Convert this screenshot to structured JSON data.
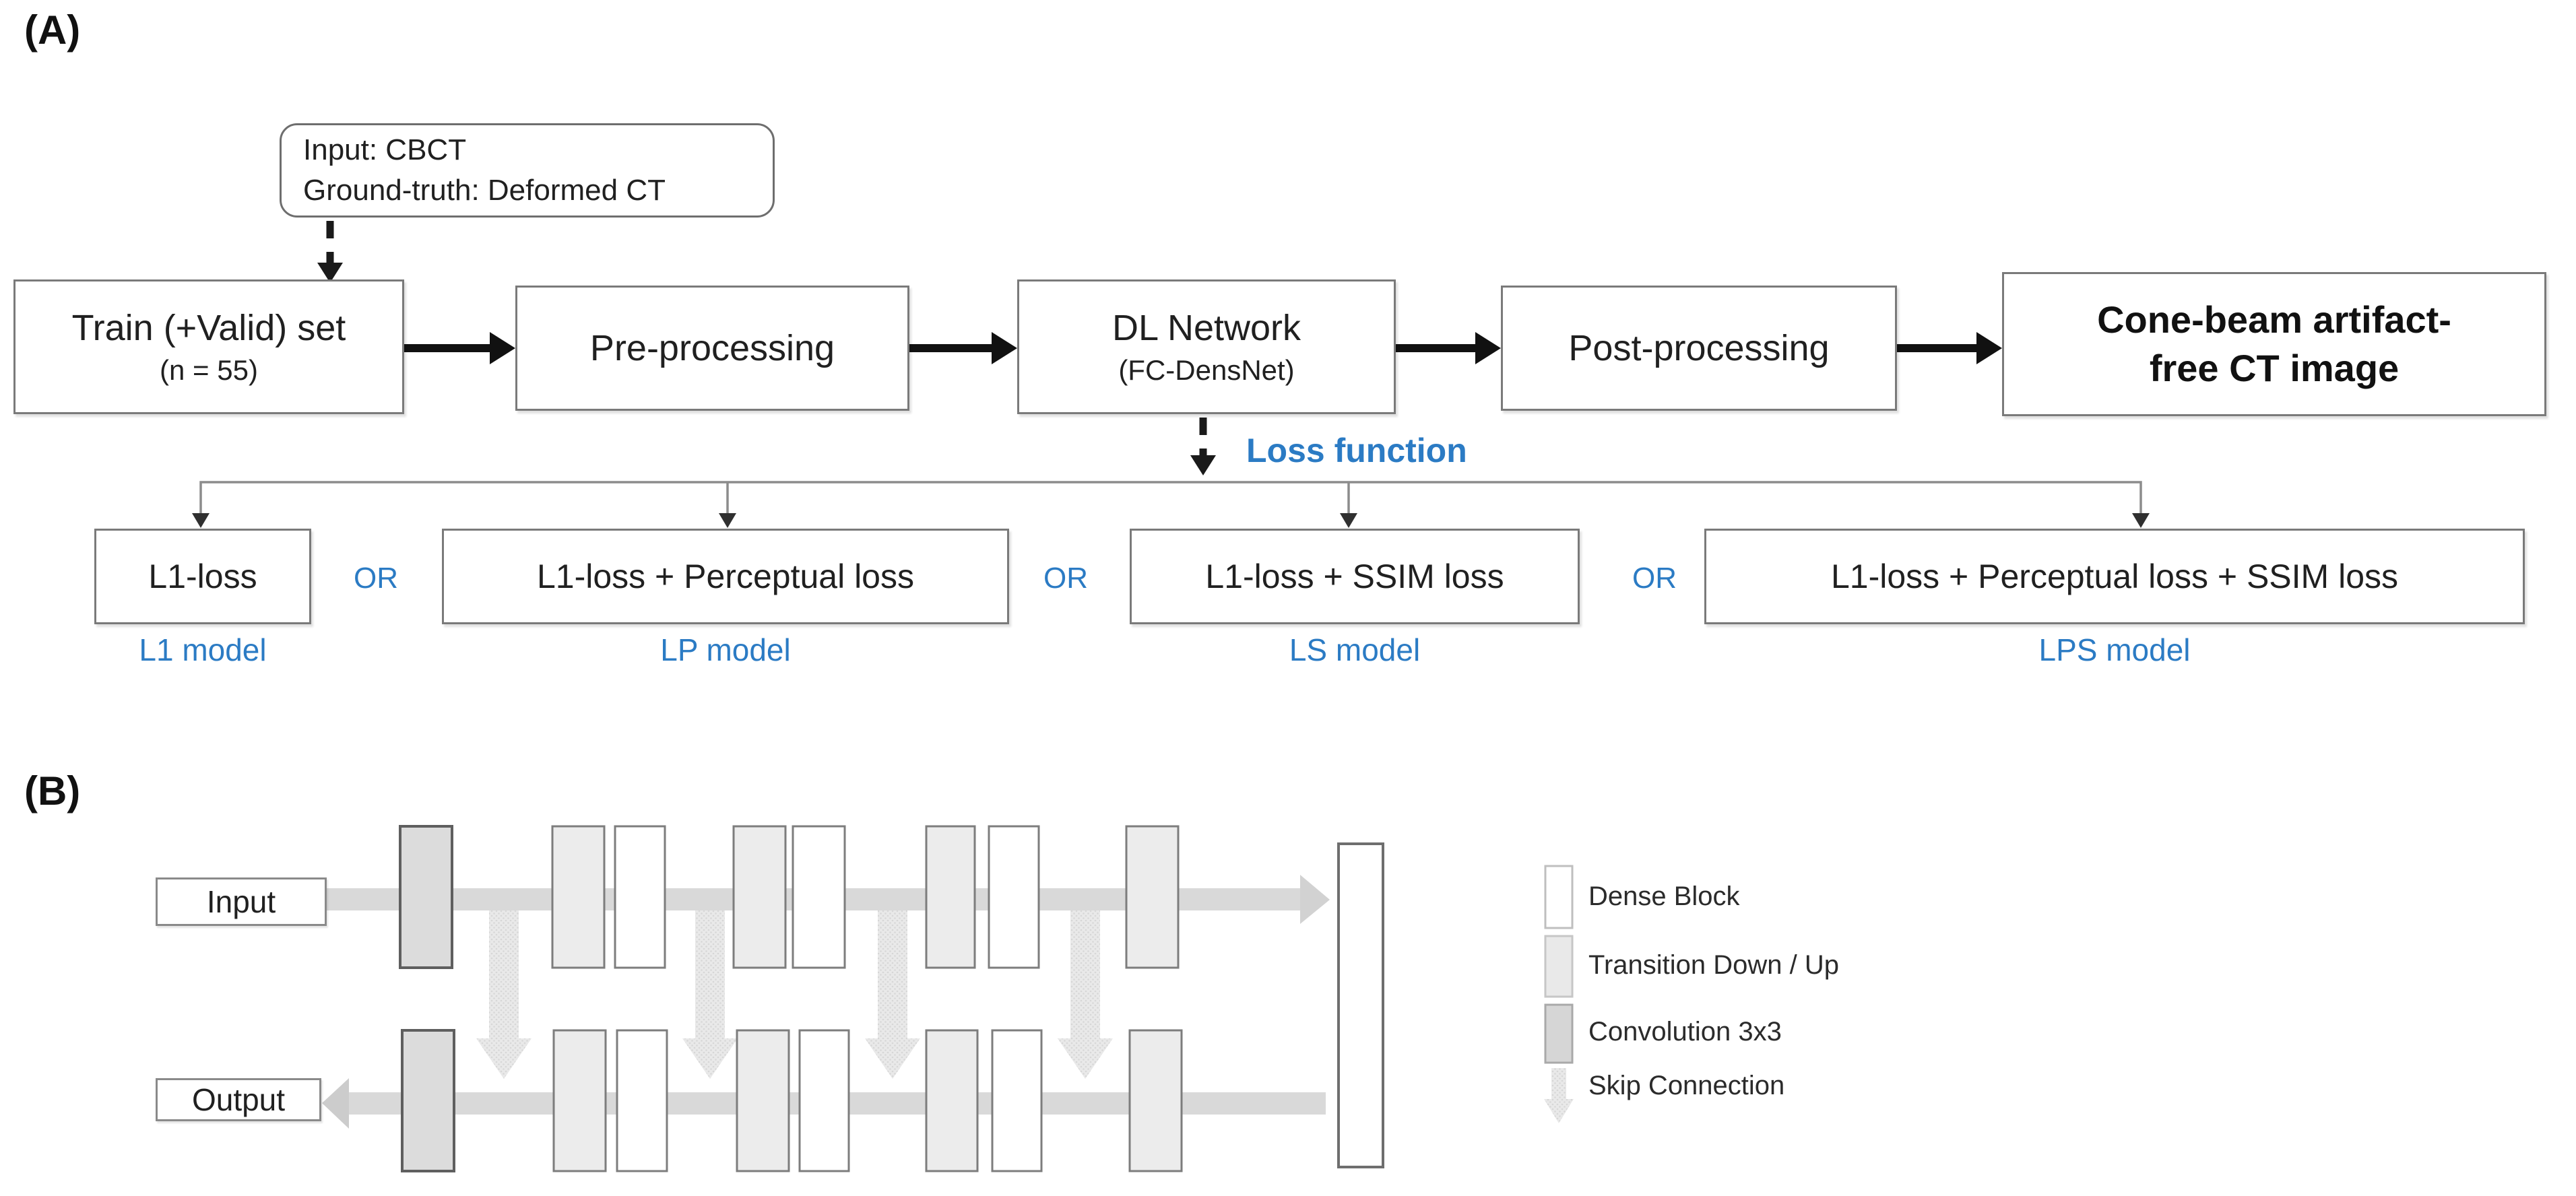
{
  "figure": {
    "panel_a": {
      "label": "(A)",
      "note": {
        "line1": "Input: CBCT",
        "line2": "Ground-truth: Deformed CT"
      },
      "pipeline": [
        {
          "title": "Train (+Valid) set",
          "subtitle": "(n = 55)"
        },
        {
          "title": "Pre-processing"
        },
        {
          "title": "DL Network",
          "subtitle": "(FC-DensNet)"
        },
        {
          "title": "Post-processing"
        },
        {
          "title_line1": "Cone-beam artifact-",
          "title_line2": "free CT image"
        }
      ],
      "loss_function_label": "Loss function",
      "or_label": "OR",
      "loss_options": [
        {
          "label": "L1-loss",
          "model": "L1 model"
        },
        {
          "label": "L1-loss + Perceptual loss",
          "model": "LP model"
        },
        {
          "label": "L1-loss + SSIM loss",
          "model": "LS model"
        },
        {
          "label": "L1-loss + Perceptual loss + SSIM loss",
          "model": "LPS model"
        }
      ]
    },
    "panel_b": {
      "label": "(B)",
      "input_label": "Input",
      "output_label": "Output",
      "legend": [
        {
          "label": "Dense Block"
        },
        {
          "label": "Transition Down / Up"
        },
        {
          "label": "Convolution 3x3"
        },
        {
          "label": "Skip Connection"
        }
      ]
    },
    "colors": {
      "accent_blue": "#2b7bc4",
      "flow_bar_gray": "#d9d9d9",
      "skip_arrow_gray": "#e9e9e9",
      "transition_fill": "#ececec",
      "convolution_fill": "#dcdcdc",
      "dense_fill": "#ffffff",
      "block_border": "#7d7d7d",
      "connector_gray": "#8c8c8c",
      "arrow_black": "#111111"
    }
  }
}
